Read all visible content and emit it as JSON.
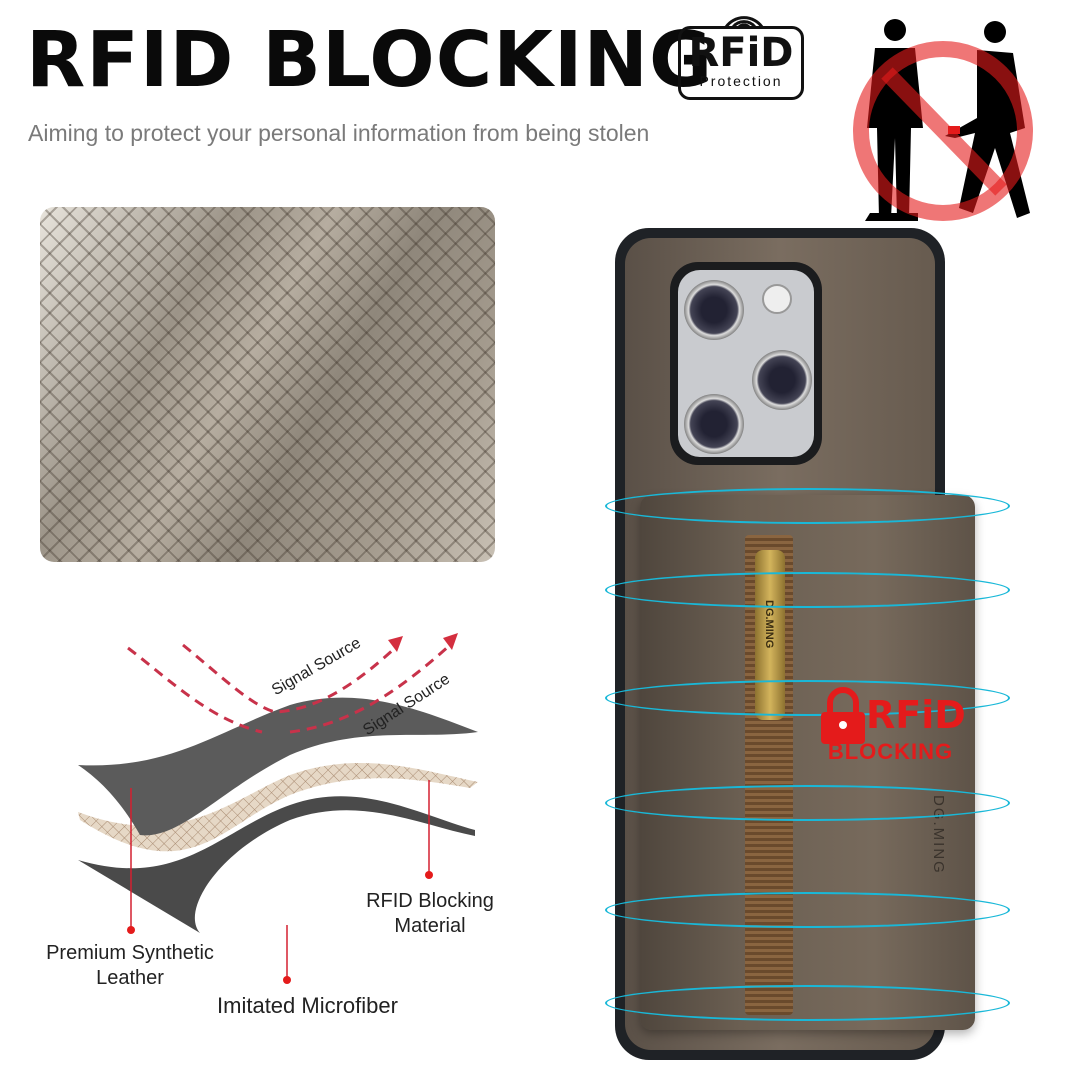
{
  "header": {
    "title": "RFID BLOCKING",
    "subtitle": "Aiming to protect your personal information from being stolen",
    "badge": {
      "main": "RFiD",
      "sub": "Protection",
      "icon": "wifi-signal-icon"
    }
  },
  "no_sign_icon": "prohibited-pickpocket-icon",
  "layers": {
    "signal_labels": [
      "Signal Source",
      "Signal Source"
    ],
    "labels": {
      "rfid_material": [
        "RFID Blocking",
        "Material"
      ],
      "leather": [
        "Premium Synthetic",
        "Leather"
      ],
      "microfiber": "Imitated Microfiber"
    }
  },
  "product": {
    "brand": "DG.MING",
    "logo_main": "RFiD",
    "logo_sub": "BLOCKING",
    "logo_icon": "padlock-icon"
  },
  "colors": {
    "accent_red": "#e41b1b",
    "ring_blue": "#19b8d8",
    "leather": "#6b5f52"
  }
}
